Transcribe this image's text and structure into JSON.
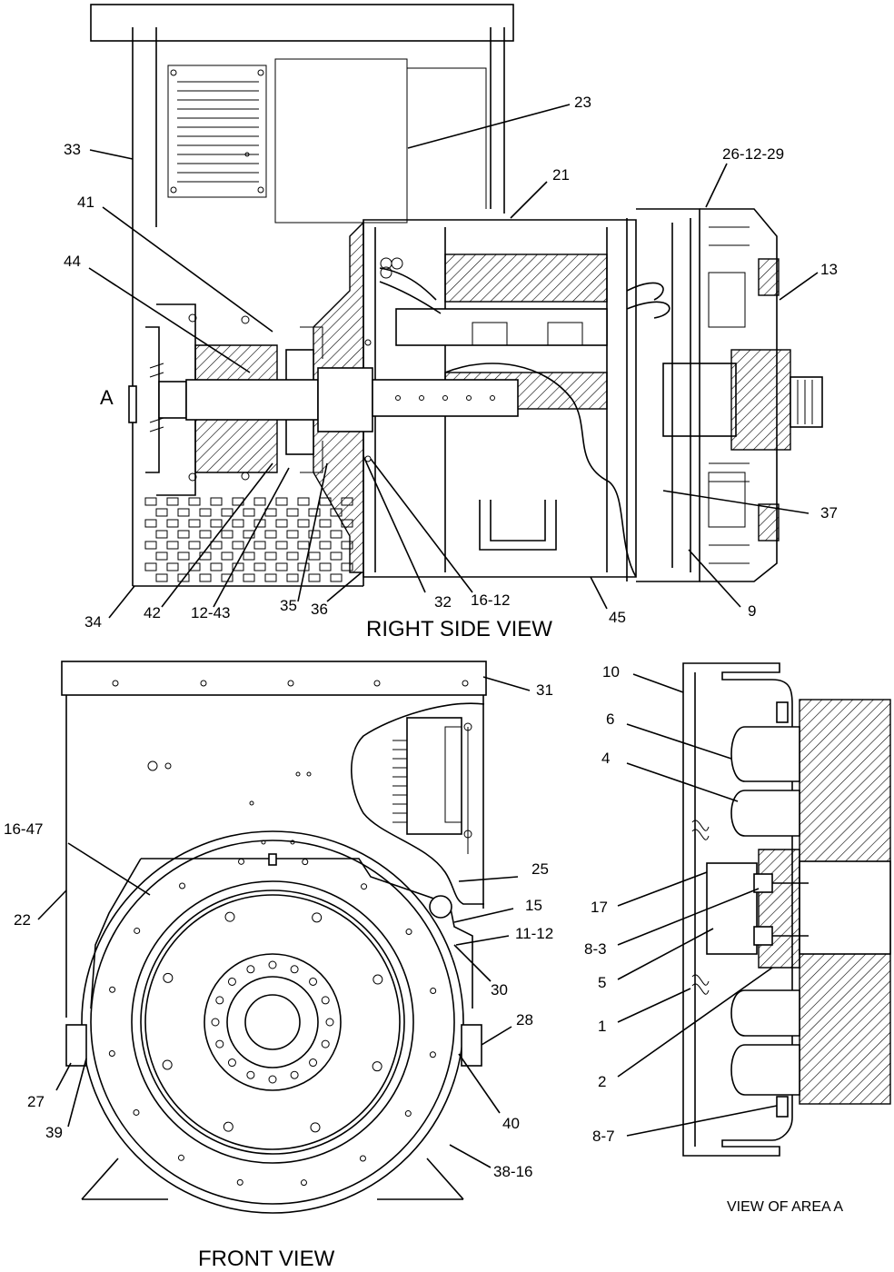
{
  "views": {
    "right_side": "RIGHT SIDE VIEW",
    "front": "FRONT VIEW",
    "area_a": "VIEW OF AREA A",
    "area_marker": "A"
  },
  "callouts": {
    "c23": "23",
    "c33": "33",
    "c21": "21",
    "c26_12_29": "26-12-29",
    "c41": "41",
    "c13": "13",
    "c44": "44",
    "c37": "37",
    "c34": "34",
    "c42": "42",
    "c12_43": "12-43",
    "c35": "35",
    "c36": "36",
    "c32": "32",
    "c16_12": "16-12",
    "c45": "45",
    "c9": "9",
    "c31": "31",
    "c10": "10",
    "c6": "6",
    "c4": "4",
    "c16_47": "16-47",
    "c25": "25",
    "c15": "15",
    "c11_12": "11-12",
    "c22": "22",
    "c30": "30",
    "c17": "17",
    "c8_3": "8-3",
    "c5": "5",
    "c1": "1",
    "c28": "28",
    "c2": "2",
    "c27": "27",
    "c40": "40",
    "c39": "39",
    "c8_7": "8-7",
    "c38_16": "38-16"
  }
}
